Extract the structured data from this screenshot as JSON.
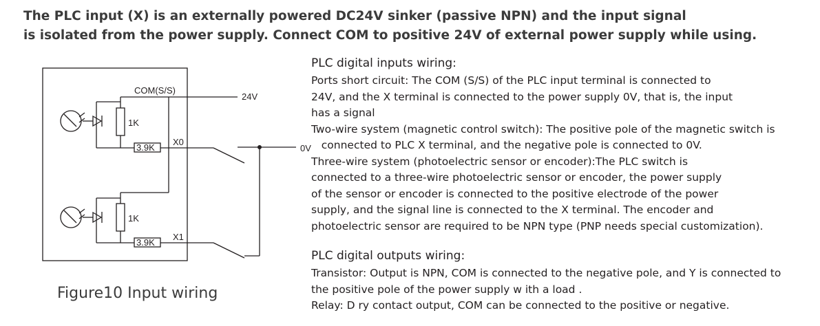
{
  "intro": {
    "line1": "The PLC input (X) is an externally powered DC24V sinker (passive NPN) and the input signal",
    "line2": "is isolated  from the power supply. Connect COM to positive 24V of external power supply while using."
  },
  "diagram": {
    "com_label": "COM(S/S)",
    "v24_label": "24V",
    "ov_label": "0V",
    "x0_label": "X0",
    "x1_label": "X1",
    "r1_top_label": "1K",
    "r2_top_label": "3.9K",
    "r1_bottom_label": "1K",
    "r2_bottom_label": "3.9K"
  },
  "caption": "Figure10 Input wiring",
  "inputs": {
    "title": "PLC digital inputs wiring:",
    "lines": [
      "Ports short circuit:  The COM (S/S) of the PLC input terminal is connected to",
      "24V, and the X terminal is connected to the power supply 0V, that is, the input",
      "has a signal",
      "Two-wire system (magnetic control switch): The positive pole of the magnetic switch is",
      "   connected to PLC X terminal, and the negative pole is connected to 0V.",
      "Three-wire system (photoelectric sensor or encoder):The PLC switch is",
      "connected to a three-wire photoelectric sensor or encoder, the power supply",
      "of the sensor or encoder is connected to the positive electrode of the power",
      "supply, and the signal line is connected to the X terminal. The encoder and",
      "photoelectric sensor are required to be NPN type (PNP needs special customization)."
    ]
  },
  "outputs": {
    "title": "PLC digital outputs wiring:",
    "lines": [
      "Transistor: Output is NPN, COM is connected to the negative pole, and Y is connected to",
      "the positive pole of the power supply  w ith a load .",
      "Relay:  D ry contact output, COM can be connected to the positive or negative."
    ]
  }
}
